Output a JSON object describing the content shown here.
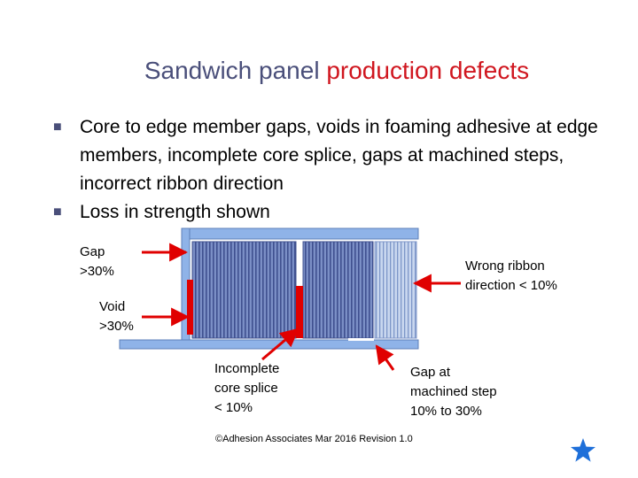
{
  "slide": {
    "title_part1": "Sandwich panel ",
    "title_part2": "production defects",
    "bullets": [
      "Core to edge member gaps, voids in foaming adhesive at edge members, incomplete core splice, gaps at machined steps, incorrect ribbon direction",
      "Loss in strength shown"
    ],
    "bullet_icon": "square-bullet-icon"
  },
  "diagram": {
    "labels": {
      "gap": [
        "Gap",
        ">30%"
      ],
      "void": [
        "Void",
        ">30%"
      ],
      "ribbon": [
        "Wrong ribbon",
        "direction < 10%"
      ],
      "splice": [
        "Incomplete",
        "core splice",
        "< 10%"
      ],
      "step": [
        "Gap at",
        "machined step",
        "10% to 30%"
      ]
    },
    "colors": {
      "core": "#5b70ad",
      "core_light": "#a9bde0",
      "skin": "#8fb3e8",
      "defect": "#e00000",
      "arrow": "#e00000"
    }
  },
  "footer": "©Adhesion Associates Mar 2016 Revision 1.0",
  "star_icon": "star-icon",
  "colors": {
    "title": "#4a4f7a",
    "title_highlight": "#d0161f",
    "star": "#1e6fd9"
  }
}
